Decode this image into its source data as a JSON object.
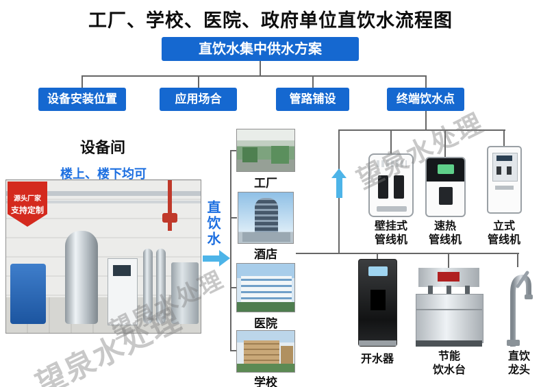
{
  "title": "工厂、学校、医院、政府单位直饮水流程图",
  "scheme_label": "直饮水集中供水方案",
  "branches": [
    {
      "label": "设备安装位置"
    },
    {
      "label": "应用场合"
    },
    {
      "label": "管路铺设"
    },
    {
      "label": "终端饮水点"
    }
  ],
  "equipment_room": {
    "heading": "设备间",
    "note": "楼上、楼下均可",
    "badge": {
      "line1": "源头厂家",
      "line2": "支持定制"
    }
  },
  "flow": {
    "label": "直饮水"
  },
  "applications": [
    {
      "label": "工厂"
    },
    {
      "label": "酒店"
    },
    {
      "label": "医院"
    },
    {
      "label": "学校"
    }
  ],
  "terminals": {
    "wall_unit": {
      "line1": "壁挂式",
      "line2": "管线机"
    },
    "quick_heat_unit": {
      "line1": "速热",
      "line2": "管线机"
    },
    "upright_unit": {
      "line1": "立式",
      "line2": "管线机"
    },
    "boiler": {
      "line1": "开水器"
    },
    "energy_saving_fountain": {
      "line1": "节能",
      "line2": "饮水台"
    },
    "faucet": {
      "line1": "直饮",
      "line2": "龙头"
    }
  },
  "watermark": "望泉水处理",
  "colors": {
    "box_blue": "#1568d0",
    "accent_blue": "#1d6fe0",
    "arrow_blue": "#4db4e8",
    "line_gray": "#666666",
    "badge_red": "#d42a1e"
  }
}
